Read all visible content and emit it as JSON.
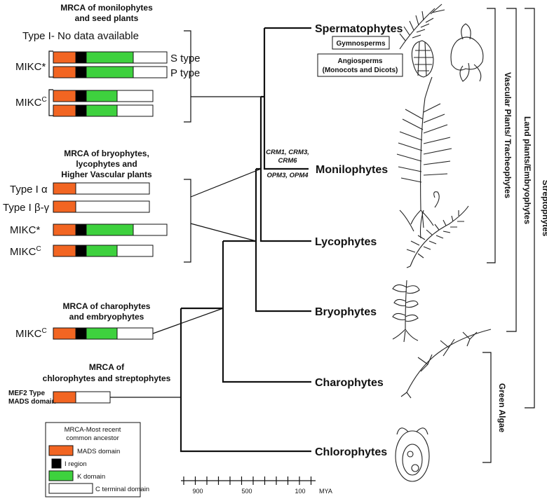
{
  "colors": {
    "mads": "#f26522",
    "i_region": "#000000",
    "k_domain": "#3ed13e",
    "c_terminal": "#ffffff"
  },
  "groups": {
    "g1": {
      "title_line1": "MRCA of monilophytes",
      "title_line2": "and seed plants",
      "type1_note": "Type I- No data available",
      "mikc_star": "MIKC*",
      "s_type": "S type",
      "p_type": "P type",
      "mikc_c": "MIKC",
      "mikc_c_sup": "C"
    },
    "g2": {
      "title_line1": "MRCA of bryophytes,",
      "title_line2": "lycophytes and",
      "title_line3": "Higher Vascular plants",
      "type1a": "Type I α",
      "type1bg": "Type I β-γ",
      "mikc_star": "MIKC*",
      "mikc_c": "MIKC",
      "mikc_c_sup": "C"
    },
    "g3": {
      "title_line1": "MRCA of charophytes",
      "title_line2": "and embryophytes",
      "mikc_c": "MIKC",
      "mikc_c_sup": "C"
    },
    "g4": {
      "title_line1": "MRCA of",
      "title_line2": "chlorophytes and streptophytes",
      "mef2_line1": "MEF2 Type",
      "mef2_line2": "MADS domain"
    }
  },
  "legend": {
    "title_line1": "MRCA-Most recent",
    "title_line2": "common ancestor",
    "items": [
      "MADS domain",
      "I region",
      "K domain",
      "C terminal domain"
    ]
  },
  "taxa": {
    "spermatophytes": "Spermatophytes",
    "gymnosperms": "Gymnosperms",
    "angiosperms_line1": "Angiosperms",
    "angiosperms_line2": "(Monocots and Dicots)",
    "monilophytes": "Monilophytes",
    "lycophytes": "Lycophytes",
    "bryophytes": "Bryophytes",
    "charophytes": "Charophytes",
    "chlorophytes": "Chlorophytes"
  },
  "genes": {
    "line1": "CRM1, CRM3,",
    "line2": "CRM6",
    "line3": "OPM3, OPM4"
  },
  "brackets": {
    "vascular": "Vascular Plants/ Tracheophytes",
    "land": "Land plants/Embryophytes",
    "streptophytes": "Streptophytes",
    "green_algae": "Green Algae"
  },
  "timescale": {
    "ticks": [
      "900",
      "500",
      "100"
    ],
    "unit": "MYA"
  }
}
